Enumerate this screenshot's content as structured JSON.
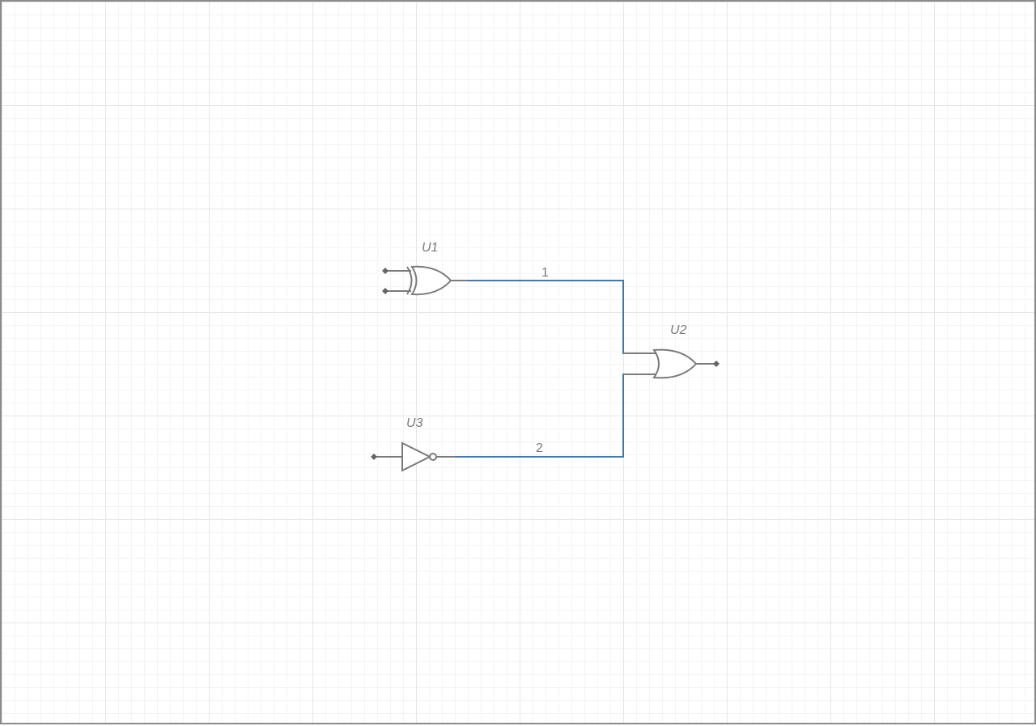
{
  "schematic": {
    "components": [
      {
        "ref": "U1",
        "type": "xor-gate"
      },
      {
        "ref": "U2",
        "type": "or-gate"
      },
      {
        "ref": "U3",
        "type": "not-gate"
      }
    ],
    "nets": [
      {
        "label": "1",
        "from": "U1",
        "to": "U2"
      },
      {
        "label": "2",
        "from": "U3",
        "to": "U2"
      }
    ],
    "colors": {
      "wire": "#3a7ab8",
      "gate": "#7a7a7a",
      "grid_major": "#e6e6e6",
      "grid_minor": "#f4f4f4"
    }
  }
}
